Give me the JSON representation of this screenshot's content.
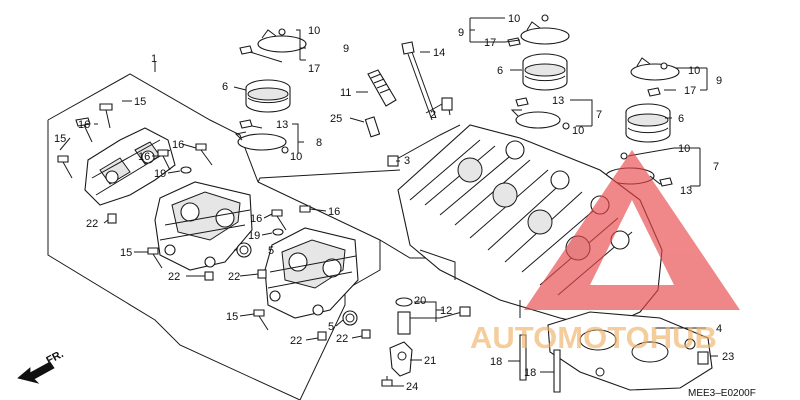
{
  "diagram": {
    "callouts": [
      {
        "id": "c1",
        "text": "1"
      },
      {
        "id": "c2",
        "text": "2"
      },
      {
        "id": "c3",
        "text": "3"
      },
      {
        "id": "c4",
        "text": "4"
      },
      {
        "id": "c5a",
        "text": "5"
      },
      {
        "id": "c5b",
        "text": "5"
      },
      {
        "id": "c6a",
        "text": "6"
      },
      {
        "id": "c6b",
        "text": "6"
      },
      {
        "id": "c6c",
        "text": "6"
      },
      {
        "id": "c7a",
        "text": "7"
      },
      {
        "id": "c7b",
        "text": "7"
      },
      {
        "id": "c8",
        "text": "8"
      },
      {
        "id": "c9a",
        "text": "9"
      },
      {
        "id": "c9b",
        "text": "9"
      },
      {
        "id": "c9c",
        "text": "9"
      },
      {
        "id": "c10a",
        "text": "10"
      },
      {
        "id": "c10b",
        "text": "10"
      },
      {
        "id": "c10c",
        "text": "10"
      },
      {
        "id": "c10d",
        "text": "10"
      },
      {
        "id": "c10e",
        "text": "10"
      },
      {
        "id": "c10f",
        "text": "10"
      },
      {
        "id": "c11",
        "text": "11"
      },
      {
        "id": "c12",
        "text": "12"
      },
      {
        "id": "c13a",
        "text": "13"
      },
      {
        "id": "c13b",
        "text": "13"
      },
      {
        "id": "c13c",
        "text": "13"
      },
      {
        "id": "c14",
        "text": "14"
      },
      {
        "id": "c15a",
        "text": "15"
      },
      {
        "id": "c15b",
        "text": "15"
      },
      {
        "id": "c15c",
        "text": "15"
      },
      {
        "id": "c15d",
        "text": "15"
      },
      {
        "id": "c16a",
        "text": "16"
      },
      {
        "id": "c16b",
        "text": "16"
      },
      {
        "id": "c16c",
        "text": "16"
      },
      {
        "id": "c16d",
        "text": "16"
      },
      {
        "id": "c16e",
        "text": "16"
      },
      {
        "id": "c17a",
        "text": "17"
      },
      {
        "id": "c17b",
        "text": "17"
      },
      {
        "id": "c17c",
        "text": "17"
      },
      {
        "id": "c18a",
        "text": "18"
      },
      {
        "id": "c18b",
        "text": "18"
      },
      {
        "id": "c19a",
        "text": "19"
      },
      {
        "id": "c19b",
        "text": "19"
      },
      {
        "id": "c20",
        "text": "20"
      },
      {
        "id": "c21",
        "text": "21"
      },
      {
        "id": "c22a",
        "text": "22"
      },
      {
        "id": "c22b",
        "text": "22"
      },
      {
        "id": "c22c",
        "text": "22"
      },
      {
        "id": "c22d",
        "text": "22"
      },
      {
        "id": "c22e",
        "text": "22"
      },
      {
        "id": "c23",
        "text": "23"
      },
      {
        "id": "c24",
        "text": "24"
      },
      {
        "id": "c25",
        "text": "25"
      }
    ],
    "front_marker": "FR.",
    "diagram_code": "MEE3–E0200F"
  },
  "watermark": {
    "text": "AUTOMOTOHUB",
    "color": "#e8474a",
    "text_color": "#f0b36a"
  }
}
